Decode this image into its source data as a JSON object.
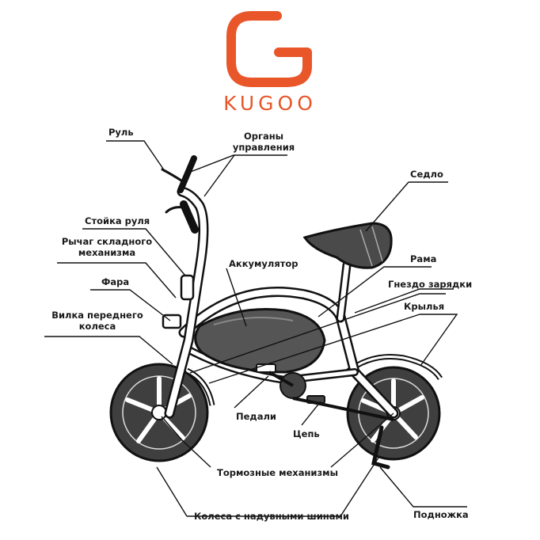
{
  "brand": {
    "name": "KUGOO",
    "color": "#e8562a",
    "logo_icon": "kugoo-g-logo"
  },
  "colors": {
    "line": "#111111",
    "wheel_fill": "#3f3f3f",
    "seat_fill": "#4a4a4a",
    "battery_fill": "#555555"
  },
  "labels": {
    "handlebar": "Руль",
    "controls": [
      "Органы",
      "управления"
    ],
    "saddle": "Седло",
    "steering_post": "Стойка руля",
    "folding_lever": [
      "Рычаг складного",
      "механизма"
    ],
    "battery": "Аккумулятор",
    "frame": "Рама",
    "headlight": "Фара",
    "charge_port": "Гнездо зарядки",
    "front_fork": [
      "Вилка переднего",
      "колеса"
    ],
    "fenders": "Крылья",
    "pedals": "Педали",
    "chain": "Цепь",
    "brakes": "Тормозные механизмы",
    "wheels": "Колеса с надувными шинами",
    "kickstand": "Подножка"
  }
}
